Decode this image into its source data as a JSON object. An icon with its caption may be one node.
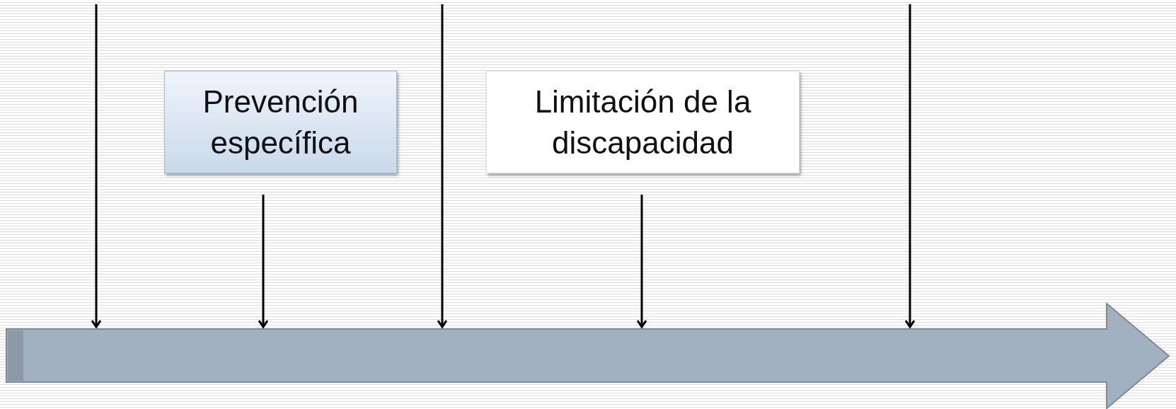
{
  "diagram": {
    "nodes": [
      {
        "text": [
          "Prevención específica"
        ]
      },
      {
        "text": [
          "Limitación de la discapacidad"
        ]
      },
      {
        "text": [],
        "shape": "arrow"
      }
    ],
    "edges": [
      {
        "from": null,
        "to": 2,
        "arrow": "to"
      },
      {
        "from": 0,
        "to": 2,
        "arrow": "to"
      },
      {
        "from": null,
        "to": 2,
        "arrow": "to"
      },
      {
        "from": 1,
        "to": 2,
        "arrow": "to"
      },
      {
        "from": null,
        "to": 2,
        "arrow": "to"
      }
    ]
  }
}
